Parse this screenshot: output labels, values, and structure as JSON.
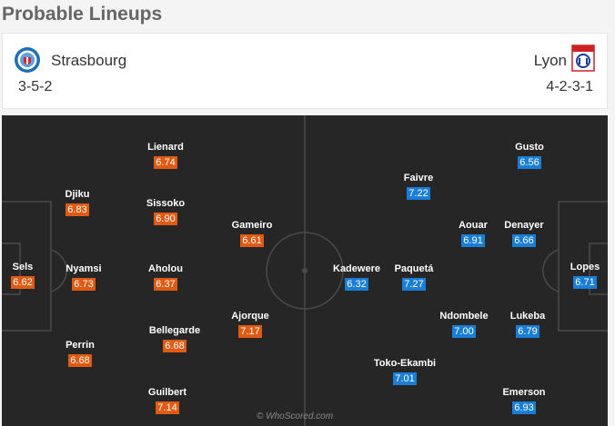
{
  "page": {
    "title": "Probable Lineups"
  },
  "teams": {
    "home": {
      "name": "Strasbourg",
      "formation": "3-5-2",
      "rating_color": "#e05a14"
    },
    "away": {
      "name": "Lyon",
      "formation": "4-2-3-1",
      "rating_color": "#1a7ed6"
    }
  },
  "home_players": [
    {
      "name": "Sels",
      "rating": "6.62"
    },
    {
      "name": "Djiku",
      "rating": "6.83"
    },
    {
      "name": "Nyamsi",
      "rating": "6.73"
    },
    {
      "name": "Perrin",
      "rating": "6.68"
    },
    {
      "name": "Lienard",
      "rating": "6.74"
    },
    {
      "name": "Sissoko",
      "rating": "6.90"
    },
    {
      "name": "Aholou",
      "rating": "6.37"
    },
    {
      "name": "Bellegarde",
      "rating": "6.68"
    },
    {
      "name": "Guilbert",
      "rating": "7.14"
    },
    {
      "name": "Gameiro",
      "rating": "6.61"
    },
    {
      "name": "Ajorque",
      "rating": "7.17"
    }
  ],
  "away_players": [
    {
      "name": "Lopes",
      "rating": "6.71"
    },
    {
      "name": "Gusto",
      "rating": "6.56"
    },
    {
      "name": "Denayer",
      "rating": "6.66"
    },
    {
      "name": "Lukeba",
      "rating": "6.79"
    },
    {
      "name": "Emerson",
      "rating": "6.93"
    },
    {
      "name": "Aouar",
      "rating": "6.91"
    },
    {
      "name": "Ndombele",
      "rating": "7.00"
    },
    {
      "name": "Faivre",
      "rating": "7.22"
    },
    {
      "name": "Paquetá",
      "rating": "7.27"
    },
    {
      "name": "Toko-Ekambi",
      "rating": "7.01"
    },
    {
      "name": "Kadewere",
      "rating": "6.32"
    }
  ],
  "footer": {
    "copyright": "© WhoScored.com"
  }
}
